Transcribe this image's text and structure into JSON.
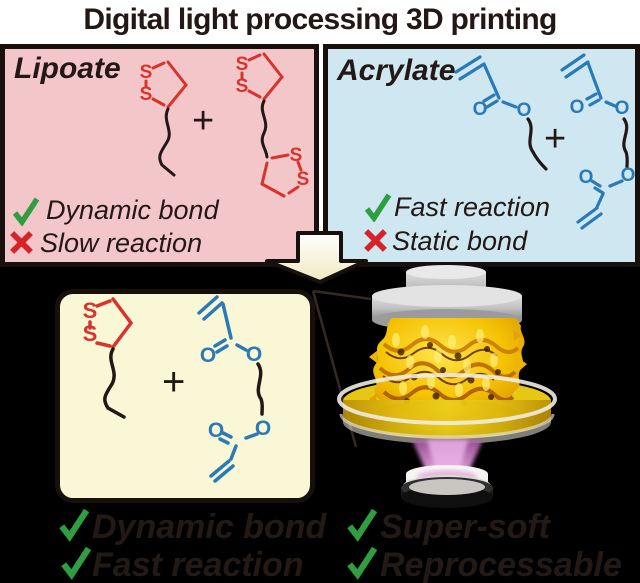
{
  "title": "Digital light processing 3D printing",
  "plus_sign": "+",
  "atoms": {
    "s": "S",
    "o": "O"
  },
  "panels": {
    "lipoate": {
      "title": "Lipoate",
      "features": [
        {
          "icon": "check",
          "label": "Dynamic bond"
        },
        {
          "icon": "cross",
          "label": "Slow reaction"
        }
      ]
    },
    "acrylate": {
      "title": "Acrylate",
      "features": [
        {
          "icon": "check",
          "label": "Fast reaction"
        },
        {
          "icon": "cross",
          "label": "Static bond"
        }
      ]
    }
  },
  "result": {
    "features_left": [
      {
        "icon": "check",
        "label": "Dynamic bond"
      },
      {
        "icon": "check",
        "label": "Fast reaction"
      }
    ],
    "features_right": [
      {
        "icon": "check",
        "label": "Super-soft"
      },
      {
        "icon": "check",
        "label": "Reprocessable"
      }
    ]
  },
  "colors": {
    "background_top": "#ffffff",
    "background_bottom": "#000000",
    "ink": "#231815",
    "panel_lipoate_bg": "#f3c6ca",
    "panel_acrylate_bg": "#cee7f0",
    "result_box_bg": "#faf7d6",
    "structure_red": "#d8342c",
    "structure_blue": "#2b7ab8",
    "check_green": "#2f9e41",
    "cross_red": "#d7222a",
    "resin_yellow": "#e7c912",
    "print_amber": "#f5c304",
    "light_purple": "#d58cd0",
    "platform_gray": "#c2c2c2"
  }
}
